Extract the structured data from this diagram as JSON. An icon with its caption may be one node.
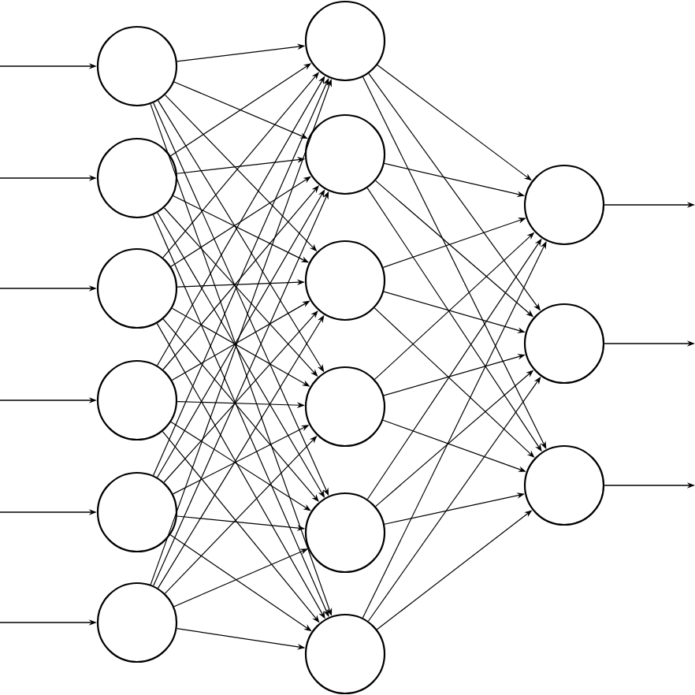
{
  "diagram": {
    "nodes": [
      {
        "text": [],
        "shape": "circle"
      },
      {
        "text": [],
        "shape": "circle"
      },
      {
        "text": [],
        "shape": "circle"
      },
      {
        "text": [],
        "shape": "circle"
      },
      {
        "text": [],
        "shape": "circle"
      },
      {
        "text": [],
        "shape": "circle"
      },
      {
        "text": [],
        "shape": "circle"
      },
      {
        "text": [],
        "shape": "circle"
      },
      {
        "text": [],
        "shape": "circle"
      },
      {
        "text": [],
        "shape": "circle"
      },
      {
        "text": [],
        "shape": "circle"
      },
      {
        "text": [],
        "shape": "circle"
      },
      {
        "text": [],
        "shape": "circle"
      },
      {
        "text": [],
        "shape": "circle"
      },
      {
        "text": [],
        "shape": "circle"
      }
    ],
    "edges": [
      {
        "from": null,
        "to": 0,
        "arrow": "to"
      },
      {
        "from": null,
        "to": 1,
        "arrow": "to"
      },
      {
        "from": null,
        "to": 2,
        "arrow": "to"
      },
      {
        "from": null,
        "to": 3,
        "arrow": "to"
      },
      {
        "from": null,
        "to": 4,
        "arrow": "to"
      },
      {
        "from": null,
        "to": 5,
        "arrow": "to"
      },
      {
        "from": 0,
        "to": 6,
        "arrow": "to"
      },
      {
        "from": 0,
        "to": 7,
        "arrow": "to"
      },
      {
        "from": 0,
        "to": 8,
        "arrow": "to"
      },
      {
        "from": 0,
        "to": 9,
        "arrow": "to"
      },
      {
        "from": 0,
        "to": 10,
        "arrow": "to"
      },
      {
        "from": 0,
        "to": 11,
        "arrow": "to"
      },
      {
        "from": 1,
        "to": 6,
        "arrow": "to"
      },
      {
        "from": 1,
        "to": 7,
        "arrow": "to"
      },
      {
        "from": 1,
        "to": 8,
        "arrow": "to"
      },
      {
        "from": 1,
        "to": 9,
        "arrow": "to"
      },
      {
        "from": 1,
        "to": 10,
        "arrow": "to"
      },
      {
        "from": 1,
        "to": 11,
        "arrow": "to"
      },
      {
        "from": 2,
        "to": 6,
        "arrow": "to"
      },
      {
        "from": 2,
        "to": 7,
        "arrow": "to"
      },
      {
        "from": 2,
        "to": 8,
        "arrow": "to"
      },
      {
        "from": 2,
        "to": 9,
        "arrow": "to"
      },
      {
        "from": 2,
        "to": 10,
        "arrow": "to"
      },
      {
        "from": 2,
        "to": 11,
        "arrow": "to"
      },
      {
        "from": 3,
        "to": 6,
        "arrow": "to"
      },
      {
        "from": 3,
        "to": 7,
        "arrow": "to"
      },
      {
        "from": 3,
        "to": 8,
        "arrow": "to"
      },
      {
        "from": 3,
        "to": 9,
        "arrow": "to"
      },
      {
        "from": 3,
        "to": 10,
        "arrow": "to"
      },
      {
        "from": 3,
        "to": 11,
        "arrow": "to"
      },
      {
        "from": 4,
        "to": 6,
        "arrow": "to"
      },
      {
        "from": 4,
        "to": 7,
        "arrow": "to"
      },
      {
        "from": 4,
        "to": 8,
        "arrow": "to"
      },
      {
        "from": 4,
        "to": 9,
        "arrow": "to"
      },
      {
        "from": 4,
        "to": 10,
        "arrow": "to"
      },
      {
        "from": 4,
        "to": 11,
        "arrow": "to"
      },
      {
        "from": 5,
        "to": 6,
        "arrow": "to"
      },
      {
        "from": 5,
        "to": 7,
        "arrow": "to"
      },
      {
        "from": 5,
        "to": 8,
        "arrow": "to"
      },
      {
        "from": 5,
        "to": 9,
        "arrow": "to"
      },
      {
        "from": 5,
        "to": 10,
        "arrow": "to"
      },
      {
        "from": 5,
        "to": 11,
        "arrow": "to"
      },
      {
        "from": 6,
        "to": 12,
        "arrow": "to"
      },
      {
        "from": 6,
        "to": 13,
        "arrow": "to"
      },
      {
        "from": 6,
        "to": 14,
        "arrow": "to"
      },
      {
        "from": 7,
        "to": 12,
        "arrow": "to"
      },
      {
        "from": 7,
        "to": 13,
        "arrow": "to"
      },
      {
        "from": 7,
        "to": 14,
        "arrow": "to"
      },
      {
        "from": 8,
        "to": 12,
        "arrow": "to"
      },
      {
        "from": 8,
        "to": 13,
        "arrow": "to"
      },
      {
        "from": 8,
        "to": 14,
        "arrow": "to"
      },
      {
        "from": 9,
        "to": 12,
        "arrow": "to"
      },
      {
        "from": 9,
        "to": 13,
        "arrow": "to"
      },
      {
        "from": 9,
        "to": 14,
        "arrow": "to"
      },
      {
        "from": 10,
        "to": 12,
        "arrow": "to"
      },
      {
        "from": 10,
        "to": 13,
        "arrow": "to"
      },
      {
        "from": 10,
        "to": 14,
        "arrow": "to"
      },
      {
        "from": 11,
        "to": 12,
        "arrow": "to"
      },
      {
        "from": 11,
        "to": 13,
        "arrow": "to"
      },
      {
        "from": 11,
        "to": 14,
        "arrow": "to"
      },
      {
        "from": 12,
        "to": null,
        "arrow": "to"
      },
      {
        "from": 13,
        "to": null,
        "arrow": "to"
      },
      {
        "from": 14,
        "to": null,
        "arrow": "to"
      }
    ]
  }
}
